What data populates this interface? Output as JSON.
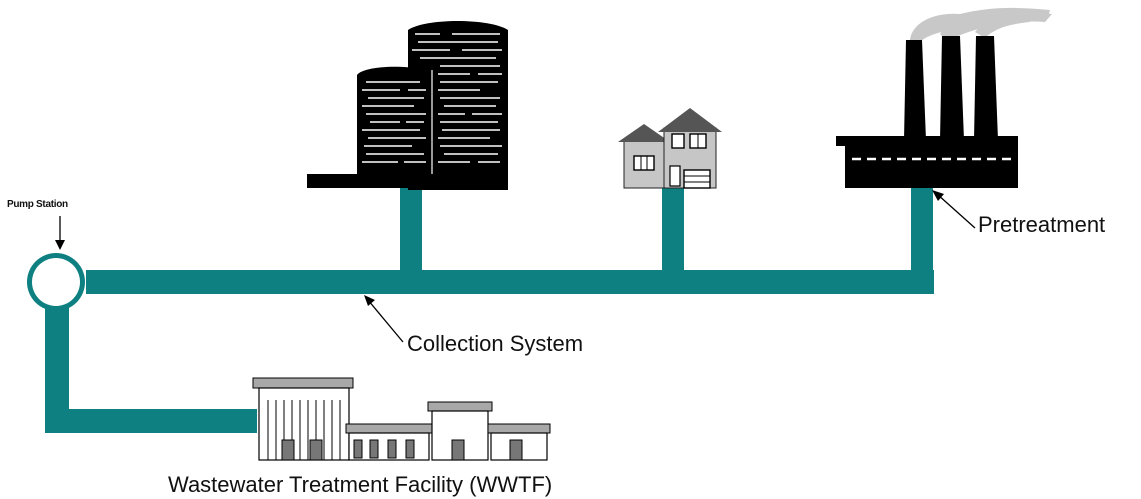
{
  "labels": {
    "pump_station": "Pump Station",
    "collection_system": "Collection System",
    "pretreatment": "Pretreatment",
    "wwtf": "Wastewater Treatment Facility (WWTF)"
  },
  "colors": {
    "pipe": "#0f8082",
    "building": "#000000",
    "smoke": "#c8c8c8",
    "house_roof": "#555555",
    "house_wall": "#c6c6c6",
    "facility_roof": "#a8a8a8"
  },
  "icons": [
    "office-tower-icon",
    "house-icon",
    "factory-icon",
    "treatment-plant-icon",
    "pump-station-icon"
  ]
}
